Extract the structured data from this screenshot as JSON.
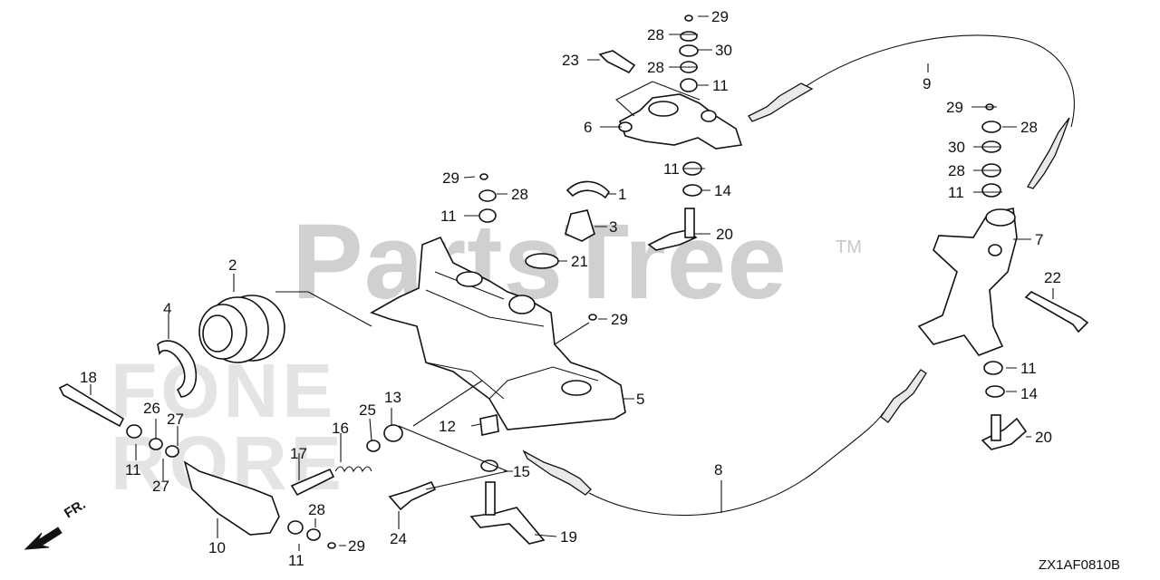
{
  "watermark": {
    "brand": "PartsTree",
    "trademark": "TM",
    "ghost_text": "FONE RORE"
  },
  "diagram_code": "ZX1AF0810B",
  "front_label": "FR.",
  "callouts": [
    "29",
    "28",
    "30",
    "28",
    "11",
    "23",
    "6",
    "9",
    "29",
    "28",
    "30",
    "28",
    "11",
    "11",
    "14",
    "20",
    "1",
    "29",
    "28",
    "11",
    "3",
    "21",
    "7",
    "2",
    "4",
    "29",
    "22",
    "18",
    "26",
    "27",
    "11",
    "27",
    "13",
    "25",
    "16",
    "12",
    "5",
    "17",
    "28",
    "11",
    "29",
    "24",
    "10",
    "15",
    "19",
    "8",
    "11",
    "14",
    "20"
  ]
}
